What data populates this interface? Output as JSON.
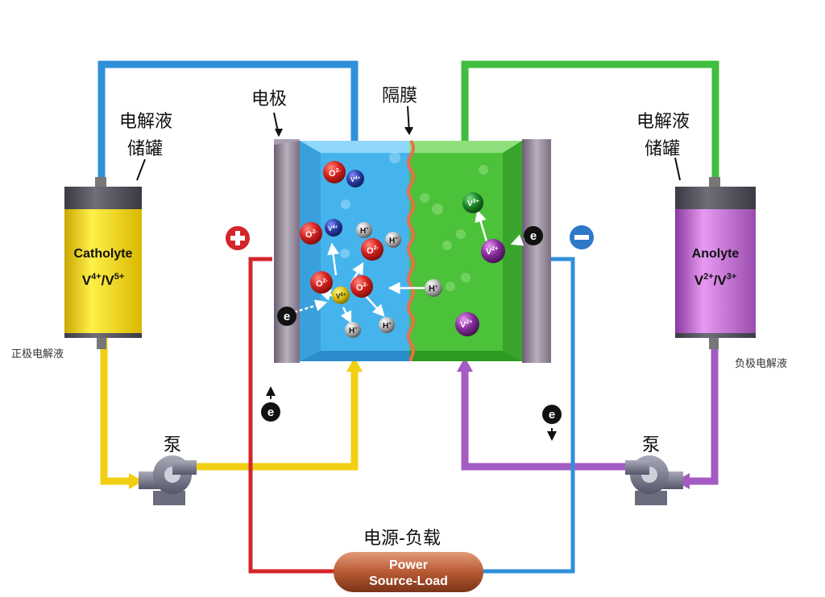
{
  "labels": {
    "electrode": "电极",
    "membrane": "隔膜",
    "tank_left": [
      "电解液",
      "储罐"
    ],
    "tank_right": [
      "电解液",
      "储罐"
    ],
    "pos_electrolyte": "正极电解液",
    "neg_electrolyte": "负极电解液",
    "pump_left": "泵",
    "pump_right": "泵",
    "power_title": "电源-负载"
  },
  "catholyte": {
    "name": "Catholyte",
    "ion_a": "V",
    "sup_a": "4+",
    "ion_b": "/V",
    "sup_b": "5+"
  },
  "anolyte": {
    "name": "Anolyte",
    "ion_a": "V",
    "sup_a": "2+",
    "ion_b": "/V",
    "sup_b": "3+"
  },
  "power_box": [
    "Power",
    "Source-Load"
  ],
  "terminals": {
    "plus": "+",
    "minus": "−"
  },
  "electron": "e",
  "colors": {
    "blue_loop": "#2f8fd8",
    "green_loop": "#3fbe3f",
    "yellow_loop": "#f2cf12",
    "purple_loop": "#a45bc2",
    "red_wire": "#d3252a",
    "cell_blue": "#45b4ec",
    "cell_green": "#4cc13a",
    "membrane": "#e8704a"
  },
  "ions": {
    "oxygen": {
      "base": "O",
      "sup": "2-",
      "color": "#d8231f"
    },
    "hydrogen": {
      "base": "H",
      "sup": "+",
      "color": "#c8c8c8"
    },
    "v4": {
      "base": "V",
      "sup": "4+",
      "color": "#2a3fa8"
    },
    "v5": {
      "base": "V",
      "sup": "5+",
      "color": "#e0c410"
    },
    "v3": {
      "base": "V",
      "sup": "3+",
      "color": "#1f8a2a"
    },
    "v2": {
      "base": "V",
      "sup": "2+",
      "color": "#8a2f9e"
    }
  }
}
